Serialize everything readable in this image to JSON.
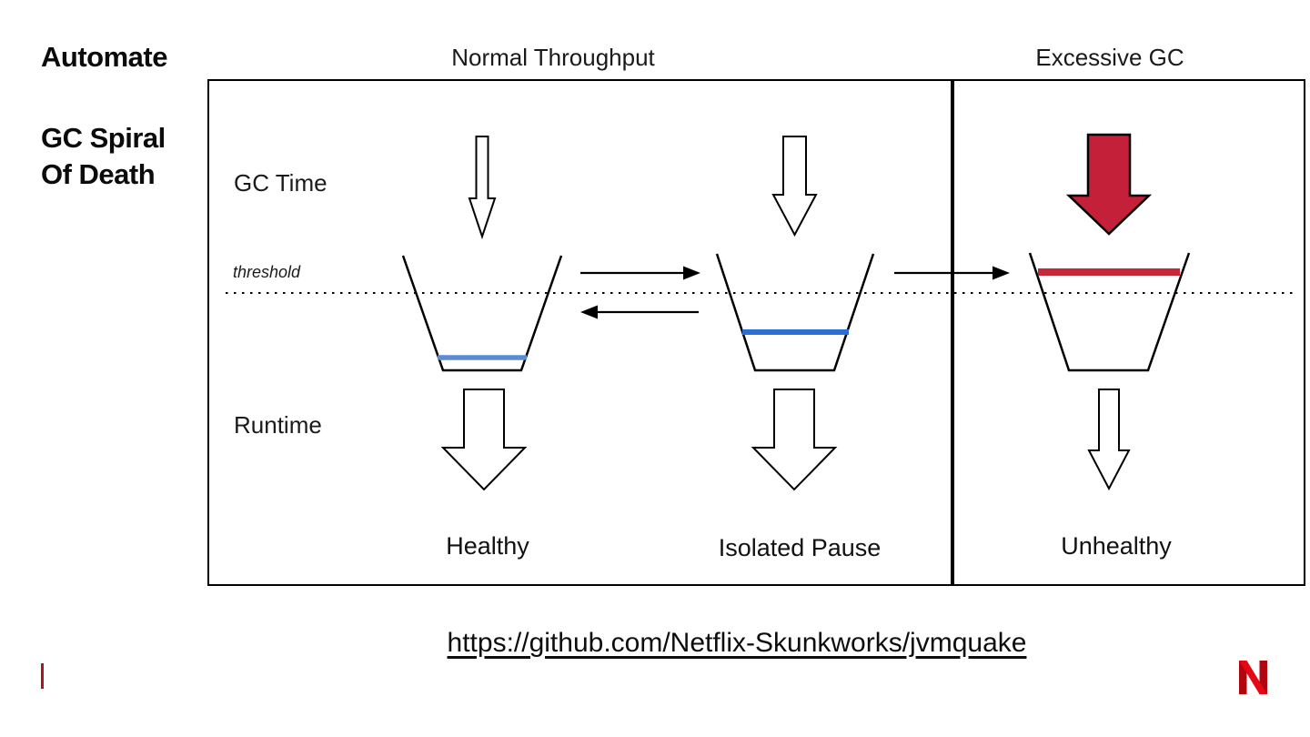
{
  "slide": {
    "eyebrow": "Automate",
    "title": "GC Spiral\nOf Death",
    "footer_link": "https://github.com/Netflix-Skunkworks/jvmquake"
  },
  "diagram": {
    "left_section_header": "Normal Throughput",
    "right_section_header": "Excessive GC",
    "labels": {
      "gc_time": "GC Time",
      "threshold": "threshold",
      "runtime": "Runtime"
    },
    "states": [
      {
        "label": "Healthy",
        "gc_inflow": "small",
        "level": "low"
      },
      {
        "label": "Isolated Pause",
        "gc_inflow": "medium",
        "level": "medium"
      },
      {
        "label": "Unhealthy",
        "gc_inflow": "large",
        "level": "above-threshold"
      }
    ],
    "colors": {
      "healthy_level": "#5b8bd0",
      "isolated_level": "#2b6fd6",
      "unhealthy_level": "#c62839",
      "excessive_gc_arrow": "#c5203a",
      "outline": "#000000",
      "netflix_red": "#e50914",
      "netflix_dark_red": "#b1060f",
      "accent_bar_red": "#b0121f"
    }
  }
}
